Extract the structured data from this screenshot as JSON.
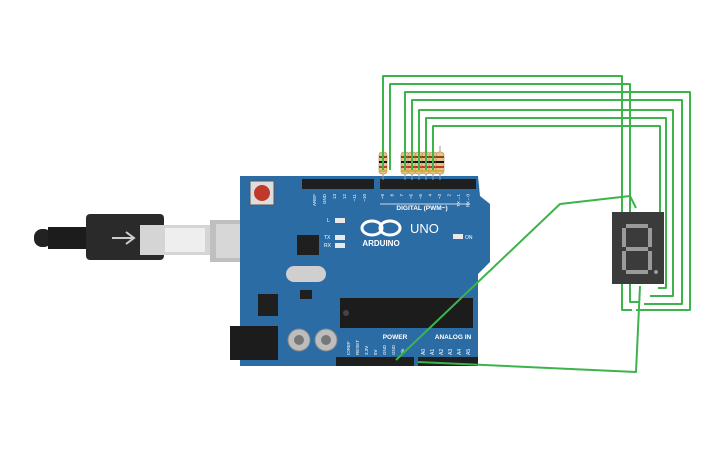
{
  "board": {
    "brand": "ARDUINO",
    "model": "UNO",
    "digital_label": "DIGITAL (PWM~)",
    "power_label": "POWER",
    "analog_label": "ANALOG IN",
    "on_label": "ON",
    "l_label": "L",
    "tx_label": "TX",
    "rx_label": "RX",
    "digital_pins": [
      "AREF",
      "GND",
      "13",
      "12",
      "~11",
      "~10",
      "~9",
      "8",
      "7",
      "~6",
      "~5",
      "4",
      "~3",
      "2",
      "TX→1",
      "RX←0"
    ],
    "power_pins": [
      "IOREF",
      "RESET",
      "3.3V",
      "5V",
      "GND",
      "GND",
      "Vin"
    ],
    "analog_pins": [
      "A0",
      "A1",
      "A2",
      "A3",
      "A4",
      "A5"
    ]
  },
  "display": {
    "digit": "8"
  },
  "colors": {
    "board": "#2b6ca5",
    "wire": "#3cb44b",
    "header": "#222222",
    "resistor_body": "#e4c48a"
  },
  "icons": {
    "usb_cable": "usb-cable-icon",
    "reset_button": "reset-button-icon",
    "resistor": "resistor-icon",
    "seven_segment": "seven-segment-display-icon"
  }
}
